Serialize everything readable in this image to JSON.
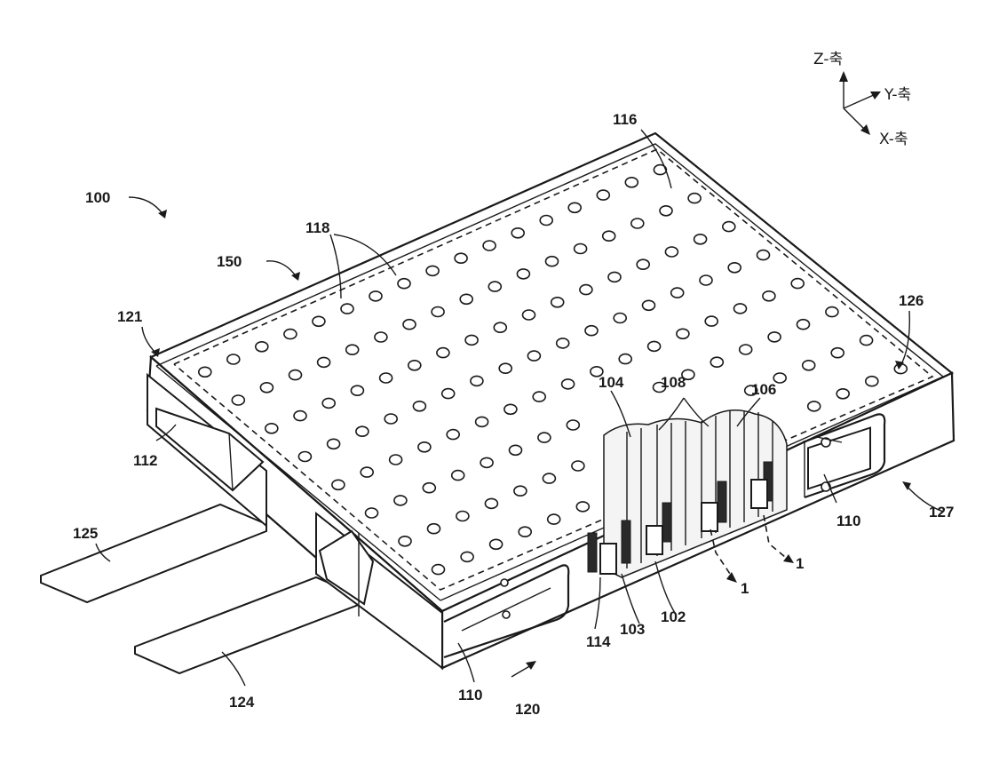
{
  "figure": {
    "labels": {
      "n100": "100",
      "n150": "150",
      "n118": "118",
      "n116": "116",
      "n121": "121",
      "n126": "126",
      "n112": "112",
      "n125": "125",
      "n124": "124",
      "n104": "104",
      "n108": "108",
      "n106": "106",
      "n110a": "110",
      "n110b": "110",
      "n127": "127",
      "n114": "114",
      "n103": "103",
      "n102": "102",
      "n120": "120",
      "n1a": "1",
      "n1b": "1"
    },
    "axes": {
      "z": "Z-축",
      "y": "Y-축",
      "x": "X-축"
    }
  }
}
